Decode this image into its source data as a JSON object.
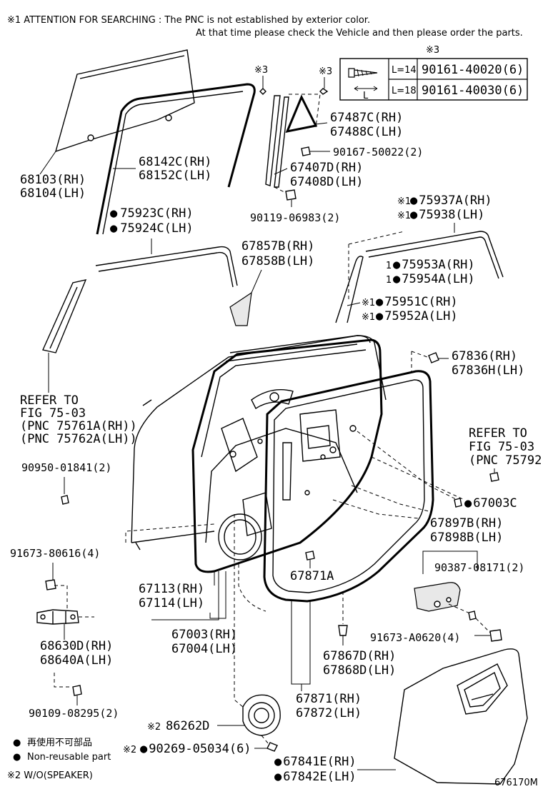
{
  "notes": {
    "attention_line1": "※1  ATTENTION FOR SEARCHING : The PNC is not established by exterior color.",
    "attention_line2": "At that time please check the Vehicle and then please order the parts.",
    "ref3_top": "※3",
    "ref3_a": "※3",
    "ref3_b": "※3",
    "legend_jp": "再使用不可部品",
    "legend_en": "Non-reusable part",
    "legend_speaker": "※2 W/O(SPEAKER)",
    "figure_id": "676170M"
  },
  "screw_table": {
    "l_label": "L",
    "rows": [
      {
        "length": "L=14",
        "part": "90161-40020(6)"
      },
      {
        "length": "L=18",
        "part": "90161-40030(6)"
      }
    ]
  },
  "labels": {
    "p68103": "68103(RH)",
    "p68104": "68104(LH)",
    "p68142": "68142C(RH)",
    "p68152": "68152C(LH)",
    "p75923": "75923C(RH)",
    "p75924": "75924C(LH)",
    "p67487": "67487C(RH)",
    "p67488": "67488C(LH)",
    "p90167": "90167-50022(2)",
    "p67407": "67407D(RH)",
    "p67408": "67408D(LH)",
    "p90119": "90119-06983(2)",
    "p75937": "75937A(RH)",
    "p75938": "75938(LH)",
    "p67857": "67857B(RH)",
    "p67858": "67858B(LH)",
    "p75953": "75953A(RH)",
    "p75954": "75954A(LH)",
    "p75951": "75951C(RH)",
    "p75952": "75952A(LH)",
    "p67836": "67836(RH)",
    "p67836h": "67836H(LH)",
    "ref_left_1": "REFER TO",
    "ref_left_2": "FIG 75-03",
    "ref_left_3": "(PNC 75761A(RH))",
    "ref_left_4": "(PNC 75762A(LH))",
    "ref_right_1": "REFER TO",
    "ref_right_2": "FIG 75-03",
    "ref_right_3": "(PNC 75792",
    "p90950": "90950-01841(2)",
    "p67003c": "67003C",
    "p67897": "67897B(RH)",
    "p67898": "67898B(LH)",
    "p91673a": "91673-80616(4)",
    "p67113": "67113(RH)",
    "p67114": "67114(LH)",
    "p67871a": "67871A",
    "p90387": "90387-08171(2)",
    "p68630": "68630D(RH)",
    "p68640": "68640A(LH)",
    "p67003": "67003(RH)",
    "p67004": "67004(LH)",
    "p91673b": "91673-A0620(4)",
    "p67867": "67867D(RH)",
    "p67868": "67868D(LH)",
    "p90109": "90109-08295(2)",
    "p67871": "67871(RH)",
    "p67872": "67872(LH)",
    "p86262": "86262D",
    "p90269": "90269-05034(6)",
    "p67841": "67841E(RH)",
    "p67842": "67842E(LH)",
    "mark1": "※1",
    "mark2": "※2"
  }
}
